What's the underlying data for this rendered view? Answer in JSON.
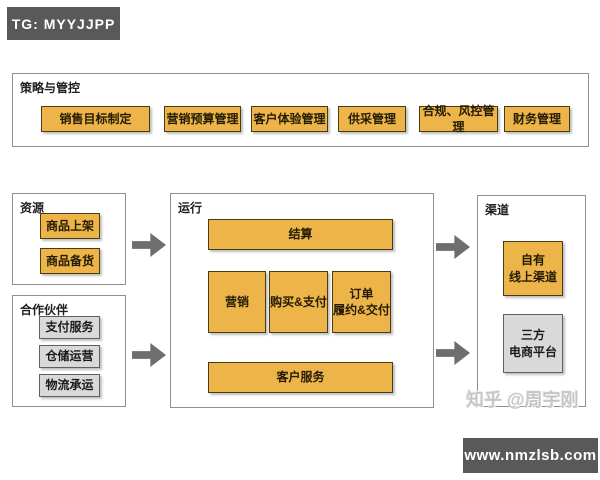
{
  "tg_badge": "TG: MYYJJPP",
  "watermark": "知乎 @周宇刚",
  "site_bar": "www.nmzlsb.com",
  "colors": {
    "orange_fill": "#EDB44A",
    "orange_border": "#4A3C12",
    "gray_fill": "#D9D9D9",
    "gray_border": "#5F5F5F",
    "dark_bar": "#595959",
    "arrow_gray": "#6E6E6E"
  },
  "sections": {
    "strategy": {
      "label": "策略与管控",
      "items": [
        "销售目标制定",
        "营销预算管理",
        "客户体验管理",
        "供采管理",
        "合规、风控管理",
        "财务管理"
      ]
    },
    "resources": {
      "label": "资源",
      "items": [
        "商品上架",
        "商品备货"
      ]
    },
    "partners": {
      "label": "合作伙伴",
      "items": [
        "支付服务",
        "仓储运营",
        "物流承运"
      ]
    },
    "operations": {
      "label": "运行",
      "settlement": "结算",
      "processes": [
        "营销",
        "购买&支付",
        "订单\n履约&交付"
      ],
      "customer_service": "客户服务"
    },
    "channels": {
      "label": "渠道",
      "own_channel": "自有\n线上渠道",
      "third_party": "三方\n电商平台"
    }
  }
}
